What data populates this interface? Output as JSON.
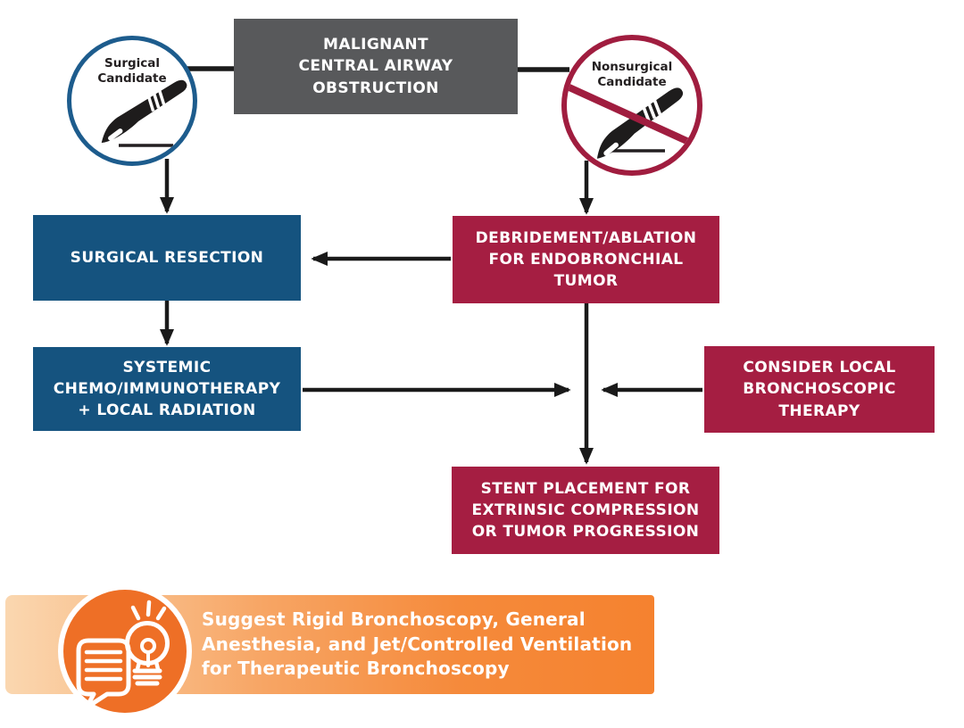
{
  "flowchart": {
    "root": {
      "lines": [
        "MALIGNANT",
        "CENTRAL AIRWAY",
        "OBSTRUCTION"
      ]
    },
    "surgical_candidate": {
      "lines": [
        "Surgical",
        "Candidate"
      ],
      "icon": "scalpel-icon"
    },
    "nonsurgical_candidate": {
      "lines": [
        "Nonsurgical",
        "Candidate"
      ],
      "icon": "scalpel-prohibited-icon"
    },
    "surgical_resection": {
      "lines": [
        "SURGICAL RESECTION"
      ]
    },
    "debridement": {
      "lines": [
        "DEBRIDEMENT/ABLATION",
        "FOR ENDOBRONCHIAL",
        "TUMOR"
      ]
    },
    "systemic": {
      "lines": [
        "SYSTEMIC",
        "CHEMO/IMMUNOTHERAPY",
        "+ LOCAL RADIATION"
      ]
    },
    "consider_local": {
      "lines": [
        "CONSIDER LOCAL",
        "BRONCHOSCOPIC",
        "THERAPY"
      ]
    },
    "stent": {
      "lines": [
        "STENT PLACEMENT FOR",
        "EXTRINSIC COMPRESSION",
        "OR TUMOR PROGRESSION"
      ]
    }
  },
  "banner": {
    "text": "Suggest Rigid Bronchoscopy, General Anesthesia, and Jet/Controlled Ventilation for Therapeutic Bronchoscopy",
    "lines": [
      "Suggest Rigid Bronchoscopy, General",
      "Anesthesia, and Jet/Controlled Ventilation",
      "for Therapeutic Bronchoscopy"
    ],
    "icon": "idea-speech-bulb-icon"
  },
  "colors": {
    "box_gray": "#58595b",
    "box_blue": "#15537f",
    "box_red": "#a51e42",
    "circle_blue_border": "#1d5c8d",
    "circle_red_border": "#a01d3f",
    "banner_orange": "#ee6f26",
    "banner_gradient_start": "#fad7b0",
    "banner_gradient_end": "#f5822f",
    "arrow_black": "#1a1a1a",
    "text_white": "#ffffff",
    "text_dark": "#231f20"
  }
}
